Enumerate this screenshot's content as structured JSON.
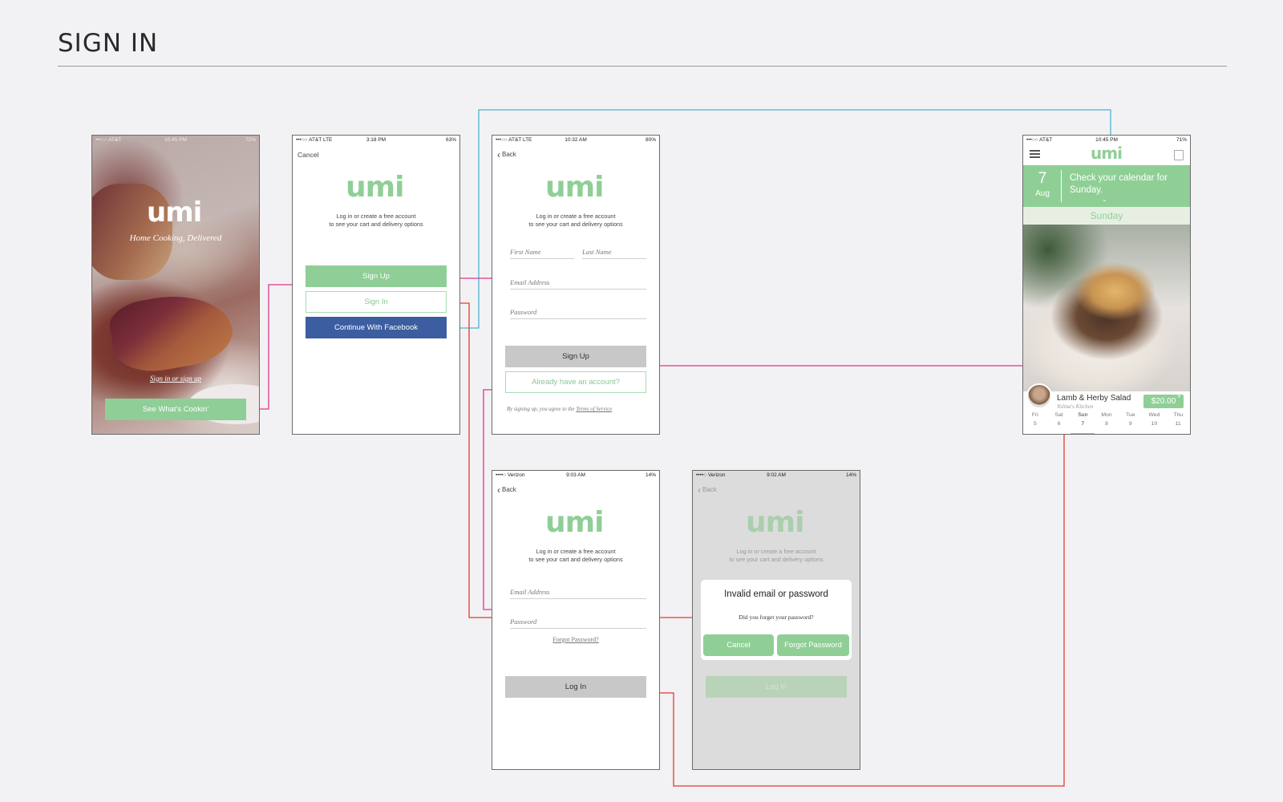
{
  "title": "SIGN IN",
  "colors": {
    "accent_green": "#8fcf96",
    "facebook_blue": "#3c5ea0",
    "wire_pink": "#e0358a",
    "wire_red": "#e53b2f",
    "wire_cyan": "#4fb3cf"
  },
  "icons": [
    "chevron-left-icon",
    "menu-icon",
    "bag-icon",
    "chevron-down-icon"
  ],
  "splash": {
    "status": {
      "left": "•••○○ AT&T",
      "center": "10:45 PM",
      "right": "72%"
    },
    "logo": "umi",
    "tagline": "Home Cooking, Delivered",
    "signin_link": "Sign in or sign up",
    "cta": "See What's Cookin'"
  },
  "auth": {
    "status": {
      "left": "•••○○ AT&T  LTE",
      "center": "3:18 PM",
      "right": "63%"
    },
    "cancel": "Cancel",
    "logo": "umi",
    "tagline_1": "Log in or create a free account",
    "tagline_2": "to see your cart and delivery options",
    "signup": "Sign Up",
    "signin": "Sign In",
    "facebook": "Continue With Facebook"
  },
  "signup": {
    "status": {
      "left": "•••○○ AT&T  LTE",
      "center": "10:32 AM",
      "right": "80%"
    },
    "back": "Back",
    "logo": "umi",
    "tagline_1": "Log in or create a free account",
    "tagline_2": "to see your cart and delivery options",
    "first_name": "First Name",
    "last_name": "Last Name",
    "email": "Email Address",
    "password": "Password",
    "submit": "Sign Up",
    "have_account": "Already have an account?",
    "terms_prefix": "By signing up, you agree to the",
    "terms_link": "Terms of Service"
  },
  "home": {
    "status": {
      "left": "•••○○ AT&T",
      "center": "10:45 PM",
      "right": "71%"
    },
    "logo": "umi",
    "date_day": "7",
    "date_month": "Aug",
    "message": "Check your calendar for Sunday.",
    "day_label": "Sunday",
    "dish_name": "Lamb & Herby Salad",
    "dish_chef": "Yolina's Kitchen",
    "price": "$20.00",
    "week": [
      {
        "name": "Fri",
        "num": "5"
      },
      {
        "name": "Sat",
        "num": "6"
      },
      {
        "name": "Sun",
        "num": "7"
      },
      {
        "name": "Mon",
        "num": "8"
      },
      {
        "name": "Tue",
        "num": "9"
      },
      {
        "name": "Wed",
        "num": "10"
      },
      {
        "name": "Thu",
        "num": "11"
      }
    ],
    "selected_day_index": 2
  },
  "login": {
    "status": {
      "left": "••••○ Verizon",
      "center": "9:03 AM",
      "right": "14%"
    },
    "back": "Back",
    "logo": "umi",
    "tagline_1": "Log in or create a free account",
    "tagline_2": "to see your cart and delivery options",
    "email": "Email Address",
    "password": "Password",
    "forgot": "Forgot Password?",
    "submit": "Log In"
  },
  "error": {
    "status": {
      "left": "••••○ Verizon",
      "center": "9:02 AM",
      "right": "14%"
    },
    "back": "Back",
    "logo": "umi",
    "tagline_1": "Log in or create a free account",
    "tagline_2": "to see your cart and delivery options",
    "dialog_title": "Invalid email or password",
    "dialog_text": "Did you forget your password?",
    "cancel": "Cancel",
    "forgot": "Forgot Password",
    "submit": "Log In"
  }
}
